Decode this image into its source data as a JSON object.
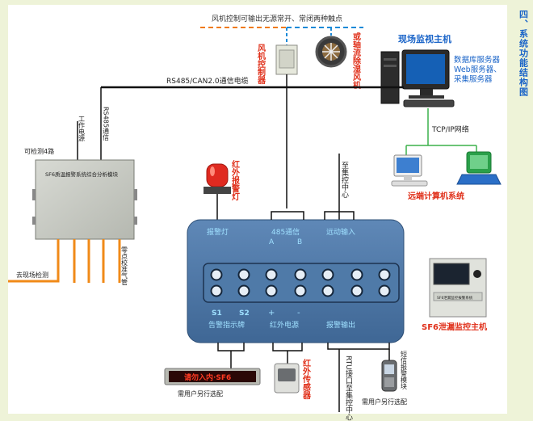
{
  "side_title": "四、系统功能结构图",
  "top_note": "风机控制可输出无源常开、常闭两种触点",
  "fan_controller_label": "风机控制器",
  "fan_label": "或轴流除湿风机",
  "monitor_host_label": "现场监视主机",
  "server_label": [
    "数据库服务器",
    "Web服务器、",
    "采集服务器"
  ],
  "bus_label": "RS485/CAN2.0通信电缆",
  "rs485_label": "RS485通信",
  "power_label": "工作电源",
  "tcpip_label": "TCP/IP网络",
  "remote_label": "远端计算机系统",
  "detect4_label": "可检测4路",
  "module_label": "SF6质温报警系统综合分析模块",
  "to_center_label": "至集控中心",
  "alarm_lamp_label": "红外报警灯",
  "zero_gas_label": "零点校准气管",
  "field_detect_label": "去现场检测",
  "panel": {
    "alarm_lamp": "报警灯",
    "comm485": "485通信",
    "a": "A",
    "b": "B",
    "remote_input": "远动输入",
    "s1": "S1",
    "s2": "S2",
    "plus": "+",
    "minus": "-",
    "alarm_display": "告警指示牌",
    "ir_power": "红外电源",
    "alarm_output": "报警输出"
  },
  "ir_sensor_label": "红外传感器",
  "rtu_label": "RTU接口至集控中心",
  "sms_label": "短信报警模块",
  "user_opt1": "需用户另行选配",
  "user_opt2": "需用户另行选配",
  "led_text": "请勿入内·SF6",
  "sf6_host_label": "SF6泄漏监控主机",
  "sf6_host_screen": "SF6泄漏监控报警系统"
}
